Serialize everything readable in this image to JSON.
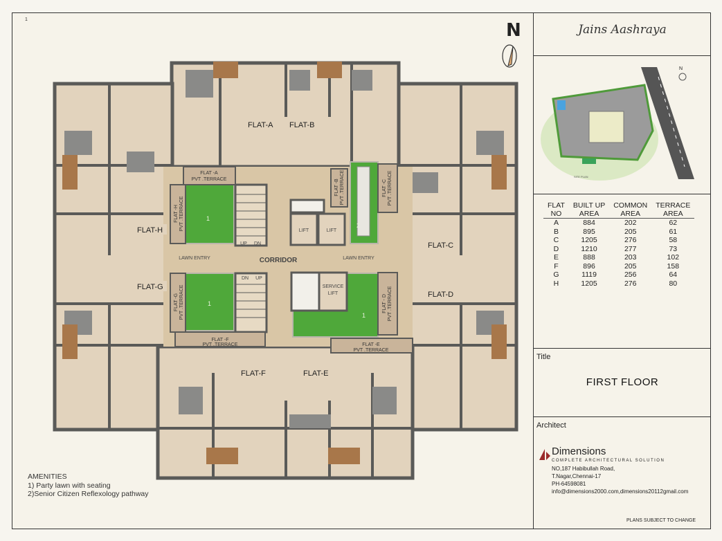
{
  "sheet": {
    "page_number": "1",
    "north_label": "N"
  },
  "project": {
    "name": "Jains Aashraya",
    "site_plan_label": "SITE PLAN",
    "site_north": "N"
  },
  "area_table": {
    "headers": [
      [
        "FLAT",
        "NO"
      ],
      [
        "BUILT UP",
        "AREA"
      ],
      [
        "COMMON",
        "AREA"
      ],
      [
        "TERRACE",
        "AREA"
      ]
    ],
    "rows": [
      [
        "A",
        "884",
        "202",
        "62"
      ],
      [
        "B",
        "895",
        "205",
        "61"
      ],
      [
        "C",
        "1205",
        "276",
        "58"
      ],
      [
        "D",
        "1210",
        "277",
        "73"
      ],
      [
        "E",
        "888",
        "203",
        "102"
      ],
      [
        "F",
        "896",
        "205",
        "158"
      ],
      [
        "G",
        "1119",
        "256",
        "64"
      ],
      [
        "H",
        "1205",
        "276",
        "80"
      ]
    ]
  },
  "title_block": {
    "label": "Title",
    "value": "FIRST  FLOOR"
  },
  "architect": {
    "label": "Architect",
    "name": "Dimensions",
    "tagline": "COMPLETE ARCHITECTURAL SOLUTION",
    "address1": "NO,187 Habibullah Road,",
    "address2": "T.Nagar,Chennai-17",
    "phone": "PH-64598081",
    "email": "info@dimensions2000.com,dimensions20112gmail.com",
    "note": "PLANS SUBJECT TO CHANGE"
  },
  "amenities": {
    "heading": "AMENITIES",
    "items": [
      "1) Party lawn with seating",
      "2)Senior Citizen Reflexology pathway"
    ]
  },
  "plan": {
    "flats": [
      "FLAT-A",
      "FLAT-B",
      "FLAT-C",
      "FLAT-D",
      "FLAT-E",
      "FLAT-F",
      "FLAT-G",
      "FLAT-H"
    ],
    "corridor": "CORRIDOR",
    "lawn_entry": "LAWN ENTRY",
    "lift": "LIFT",
    "service_lift": [
      "SERVICE",
      "LIFT"
    ],
    "up": "UP",
    "dn": "DN",
    "lawn_1": "1",
    "lawn_2": "2",
    "terraces": [
      "FLAT -A",
      "FLAT -B",
      "FLAT -C",
      "FLAT - D",
      "FLAT -E",
      "FLAT -F",
      "FLAT -G",
      "FLAT -H"
    ],
    "pvt_terrace": "PVT .TERRACE"
  },
  "colors": {
    "wall": "#5a5a58",
    "floor": "#e2d3bd",
    "corridor": "#d9c6a6",
    "lawn": "#4fa83a",
    "deck": "#a8774a"
  }
}
